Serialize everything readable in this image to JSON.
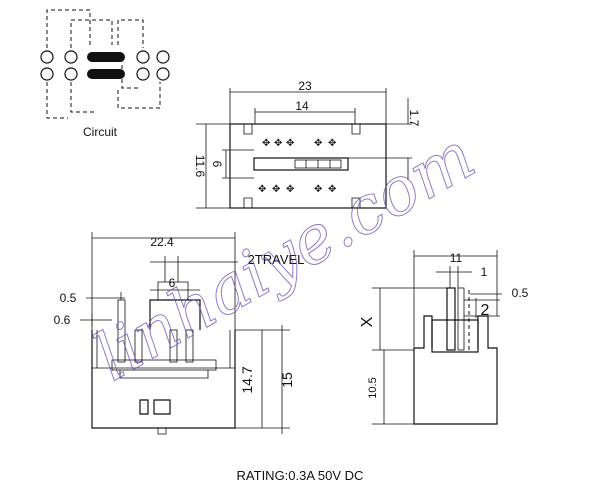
{
  "circuit_label": "Circuit",
  "top_view": {
    "width_total": "23",
    "width_inner": "14",
    "height_total": "11.6",
    "height_slot": "6",
    "offset_top": "1.7"
  },
  "front_view": {
    "width_total": "22.4",
    "travel": "2TRAVEL",
    "pitch": "6",
    "pin_width": "0.5",
    "pin_thickness": "0.6",
    "height_body": "14.7",
    "height_total": "15"
  },
  "side_view": {
    "width_total": "11",
    "actuator_width": "1",
    "actuator_thickness": "0.5",
    "actuator_height": "2",
    "actuator_label": "X",
    "body_height": "10.5"
  },
  "rating": "RATING:0.3A 50V DC",
  "watermark": "linhaiye.com",
  "colors": {
    "line": "#111111",
    "watermark": "#6b4fb7",
    "background": "#ffffff"
  }
}
